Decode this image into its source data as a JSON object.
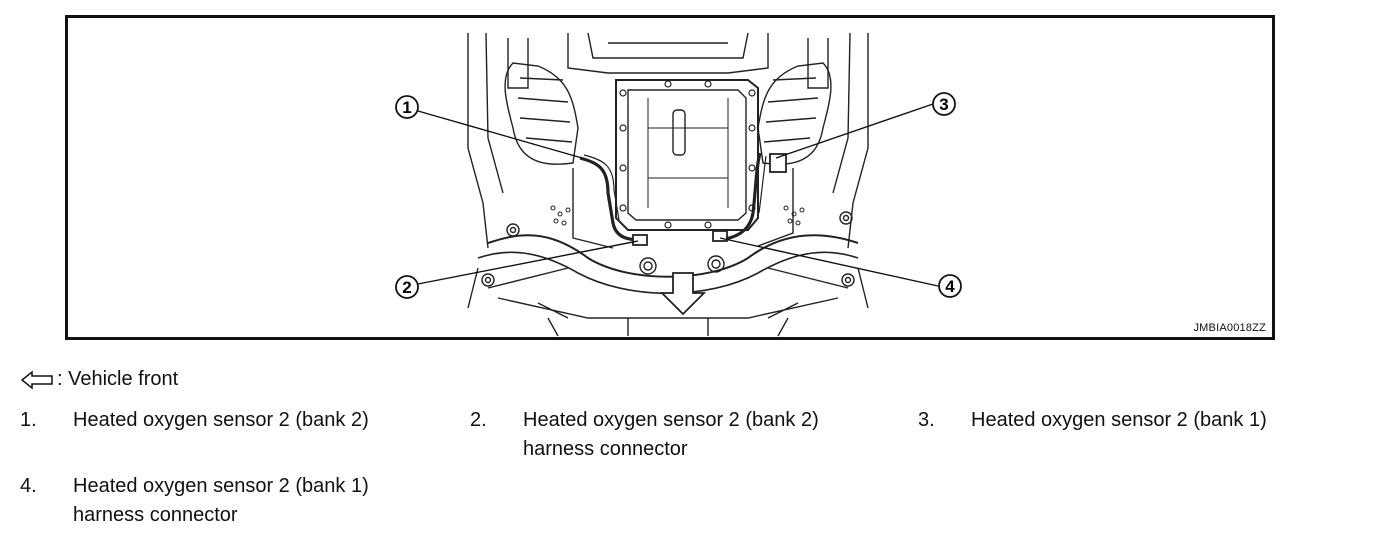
{
  "figure": {
    "id_code": "JMBIA0018ZZ",
    "callouts": [
      "1",
      "2",
      "3",
      "4"
    ]
  },
  "legend": {
    "arrow_icon": "outline-left-arrow-icon",
    "text": ": Vehicle front"
  },
  "items": [
    {
      "number": "1.",
      "text": "Heated oxygen sensor 2 (bank 2)"
    },
    {
      "number": "2.",
      "text": "Heated oxygen sensor 2 (bank 2) harness connector"
    },
    {
      "number": "3.",
      "text": "Heated oxygen sensor 2 (bank 1)"
    },
    {
      "number": "4.",
      "text": "Heated oxygen sensor 2 (bank 1) harness connector"
    }
  ]
}
